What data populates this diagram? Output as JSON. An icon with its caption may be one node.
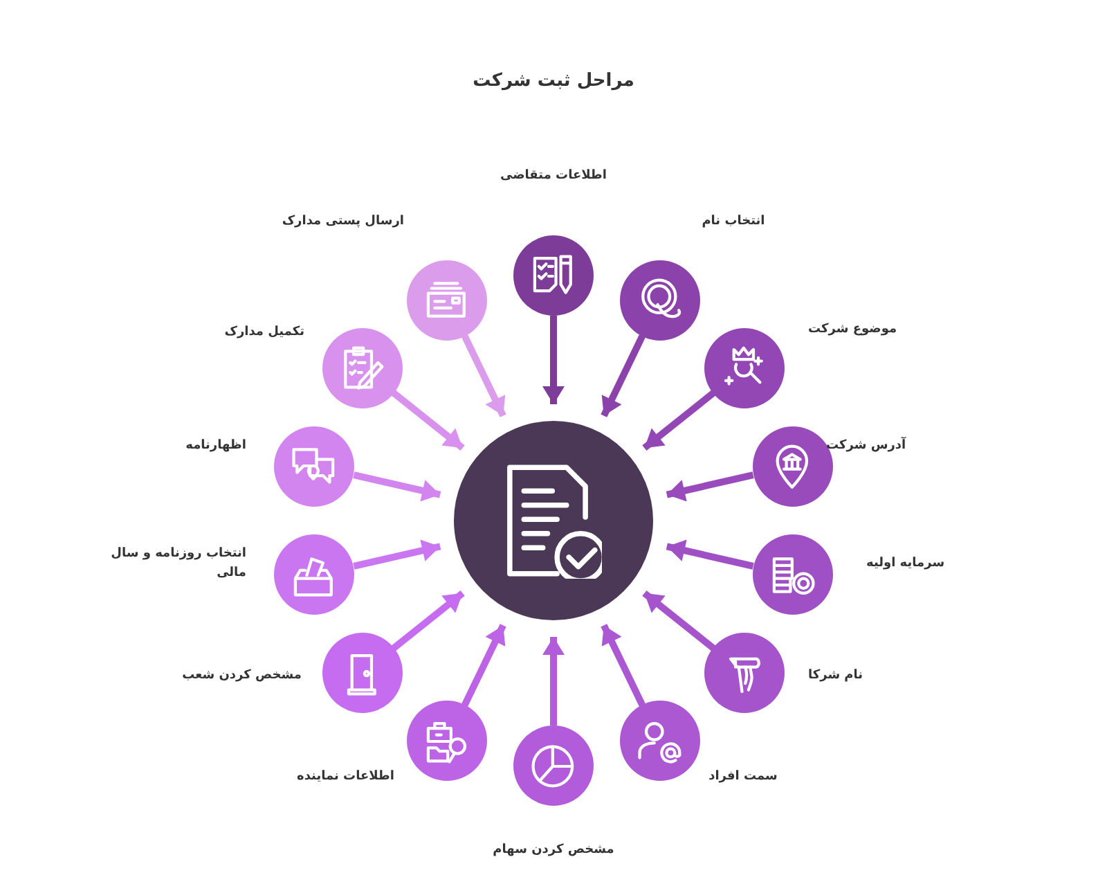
{
  "diagram": {
    "title": "مراحل ثبت شرکت",
    "nodes": [
      {
        "text": [],
        "shape": "circle"
      },
      {
        "text": [
          "اطلاعات متقاضی"
        ]
      },
      {
        "text": [
          "انتخاب نام"
        ]
      },
      {
        "text": [
          "موضوع شرکت"
        ]
      },
      {
        "text": [
          "آدرس شرکت"
        ]
      },
      {
        "text": [
          "سرمایه اولیه"
        ]
      },
      {
        "text": [
          "نام شرکا"
        ]
      },
      {
        "text": [
          "سمت افراد"
        ]
      },
      {
        "text": [
          "مشخص کردن سهام"
        ]
      },
      {
        "text": [
          "اطلاعات نماینده"
        ]
      },
      {
        "text": [
          "مشخص کردن شعب"
        ]
      },
      {
        "text": [
          "انتخاب روزنامه و سال مالی"
        ]
      },
      {
        "text": [
          "اظهارنامه"
        ]
      },
      {
        "text": [
          "تکمیل مدارک"
        ]
      },
      {
        "text": [
          "ارسال پستی مدارک"
        ]
      }
    ],
    "edges": [
      {
        "from": 1,
        "to": 0,
        "arrow": "to",
        "color": "#7d3c98"
      },
      {
        "from": 2,
        "to": 0,
        "arrow": "to",
        "color": "#8b43ab"
      },
      {
        "from": 3,
        "to": 0,
        "arrow": "to",
        "color": "#9347b4"
      },
      {
        "from": 4,
        "to": 0,
        "arrow": "to",
        "color": "#994bbc"
      },
      {
        "from": 5,
        "to": 0,
        "arrow": "to",
        "color": "#9f50c4"
      },
      {
        "from": 6,
        "to": 0,
        "arrow": "to",
        "color": "#a654cb"
      },
      {
        "from": 7,
        "to": 0,
        "arrow": "to",
        "color": "#ac58d3"
      },
      {
        "from": 8,
        "to": 0,
        "arrow": "to",
        "color": "#b25cdb"
      },
      {
        "from": 9,
        "to": 0,
        "arrow": "to",
        "color": "#bc63e6"
      },
      {
        "from": 10,
        "to": 0,
        "arrow": "to",
        "color": "#c56cf1"
      },
      {
        "from": 11,
        "to": 0,
        "arrow": "to",
        "color": "#cb76f1"
      },
      {
        "from": 12,
        "to": 0,
        "arrow": "to",
        "color": "#d385ef"
      },
      {
        "from": 13,
        "to": 0,
        "arrow": "to",
        "color": "#d991ee"
      },
      {
        "from": 14,
        "to": 0,
        "arrow": "to",
        "color": "#dc9cec"
      }
    ]
  }
}
